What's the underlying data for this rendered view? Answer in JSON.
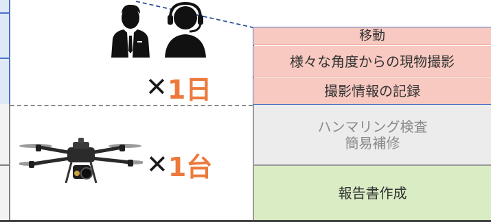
{
  "staff": {
    "multiplier_symbol": "✕",
    "multiplier_number": "1日",
    "icon": "worker-and-operator-icon"
  },
  "drone": {
    "multiplier_symbol": "✕",
    "multiplier_number": "1台",
    "icon": "drone-icon"
  },
  "tasks": {
    "move": "移動",
    "photo": "様々な角度からの現物撮影",
    "record": "撮影情報の記録",
    "hammer_line1": "ハンマリング検査",
    "hammer_line2": "簡易補修",
    "report": "報告書作成"
  },
  "colors": {
    "accent_blue": "#4a72c4",
    "number_orange": "#ec7a3c",
    "task_pink": "#f8c9c0",
    "task_gray": "#ececec",
    "task_green": "#d9ecc4"
  }
}
